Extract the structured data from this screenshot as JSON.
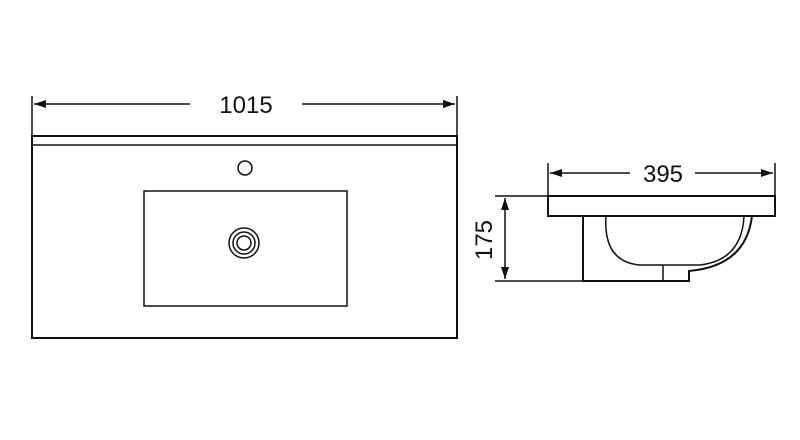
{
  "dimensions": {
    "width": "1015",
    "depth": "395",
    "height": "175"
  },
  "colors": {
    "stroke": "#111111",
    "background": "#ffffff"
  },
  "icons": {
    "arrowhead": "arrowhead-icon"
  }
}
